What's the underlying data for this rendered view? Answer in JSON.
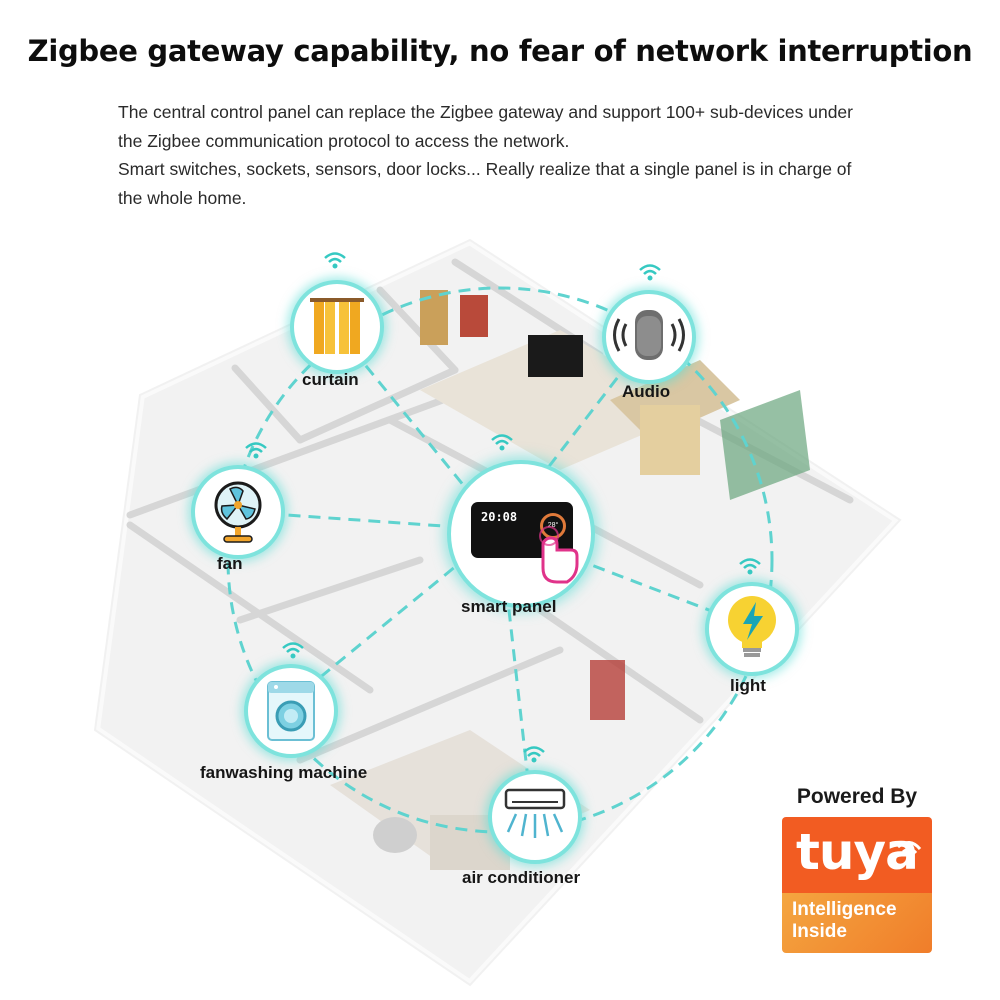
{
  "headline": "Zigbee gateway capability, no fear of network interruption",
  "description": {
    "line1": "The central control panel can replace the Zigbee gateway and support 100+ sub-devices under",
    "line2": "the Zigbee communication protocol to access the network.",
    "line3": "Smart switches, sockets, sensors, door locks... Really realize that a single panel is in charge of",
    "line4": "the whole home."
  },
  "hub": {
    "label": "smart panel",
    "time": "20:08",
    "temp": "28°"
  },
  "devices": {
    "curtain": {
      "label": "curtain",
      "icon": "curtain-icon"
    },
    "audio": {
      "label": "Audio",
      "icon": "speaker-icon"
    },
    "fan": {
      "label": "fan",
      "icon": "fan-icon"
    },
    "light": {
      "label": "light",
      "icon": "lightbulb-icon"
    },
    "washer": {
      "label": "fanwashing machine",
      "icon": "washing-machine-icon"
    },
    "ac": {
      "label": "air conditioner",
      "icon": "air-conditioner-icon"
    }
  },
  "badge": {
    "powered_by": "Powered By",
    "brand": "tuya",
    "tagline_1": "Intelligence",
    "tagline_2": "Inside"
  },
  "colors": {
    "glow": "#7ee3dd",
    "link": "#5fd3cf",
    "tuya_orange": "#f25c22",
    "tuya_gradient": "#f4a640"
  }
}
